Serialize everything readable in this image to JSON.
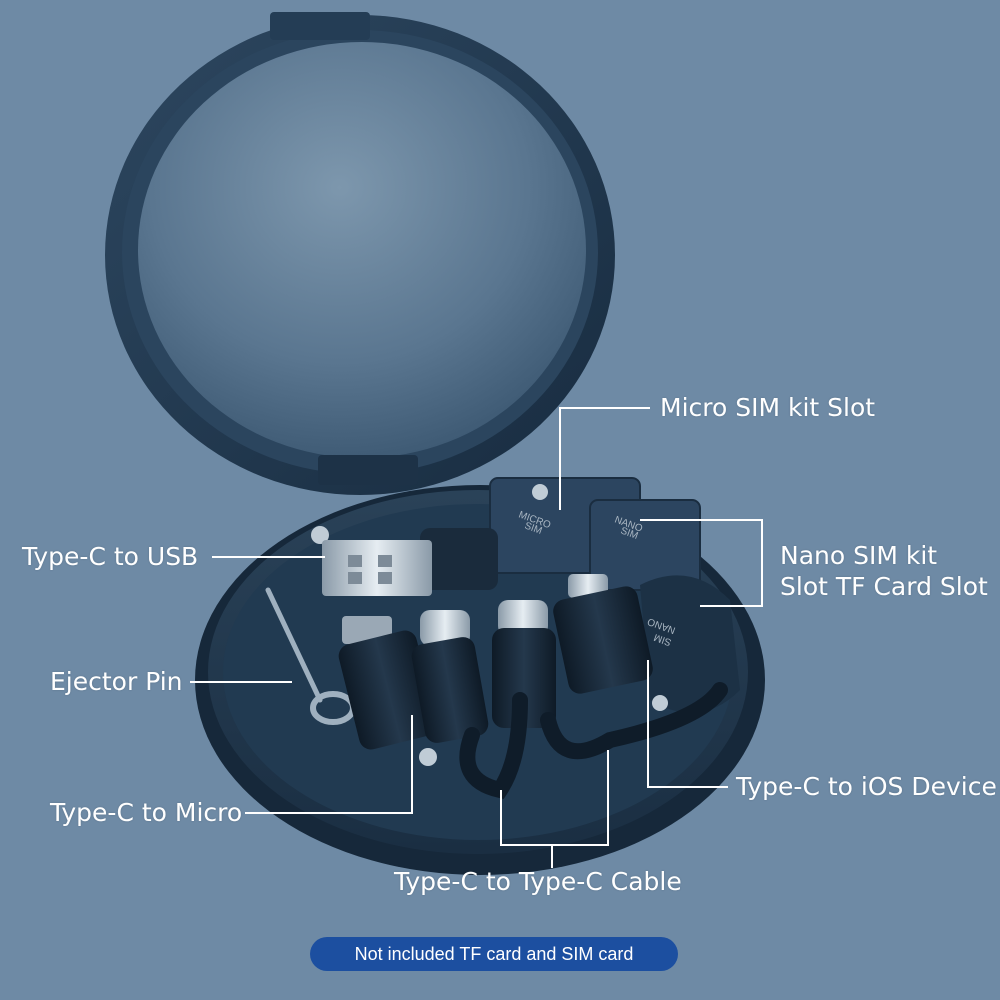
{
  "image": {
    "description_colors": {
      "background": "#6e8aa5",
      "case": "#22384f",
      "case_dark": "#142638",
      "line": "#ffffff",
      "notice_badge": "#1c4fa0"
    }
  },
  "labels": {
    "micro_sim_slot": "Micro SIM kit Slot",
    "type_c_to_usb": "Type-C  to  USB",
    "nano_sim_line1": "Nano SIM kit",
    "nano_sim_line2": "Slot TF Card Slot",
    "ejector_pin": "Ejector Pin",
    "type_c_to_ios": "Type-C to iOS Device",
    "type_c_to_micro": "Type-C to Micro",
    "type_c_to_type_c": "Type-C to Type-C Cable"
  },
  "case_markings": {
    "micro_sim": [
      "MICRO",
      "SIM"
    ],
    "nano_sim": [
      "NANO",
      "SIM"
    ],
    "nano_sim_tray": [
      "NANO",
      "SIM"
    ]
  },
  "notice": {
    "text": "Not included TF card and SIM card"
  }
}
